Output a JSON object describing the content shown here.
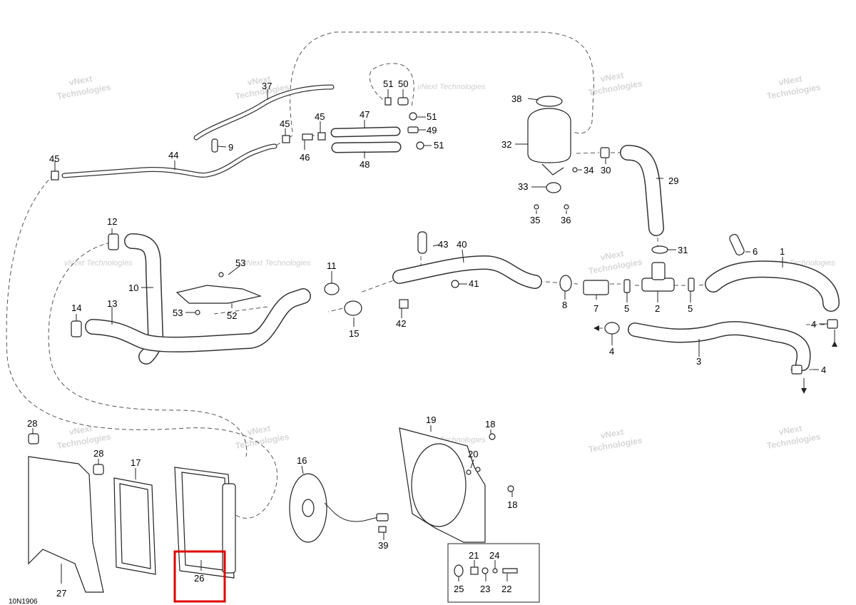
{
  "diagram_code": "10N1906",
  "watermark": {
    "line1": "vNext",
    "line2": "Technologies",
    "full": "vNext Technologies"
  },
  "highlight_color": "#e00000",
  "labels": {
    "p1": "1",
    "p2": "2",
    "p3": "3",
    "p4a": "4",
    "p4b": "4",
    "p4c": "4",
    "p5a": "5",
    "p5b": "5",
    "p6": "6",
    "p7": "7",
    "p8": "8",
    "p9": "9",
    "p10": "10",
    "p11": "11",
    "p12": "12",
    "p13": "13",
    "p14": "14",
    "p15": "15",
    "p16": "16",
    "p17": "17",
    "p18a": "18",
    "p18b": "18",
    "p19": "19",
    "p20": "20",
    "p21": "21",
    "p22": "22",
    "p23": "23",
    "p24": "24",
    "p25": "25",
    "p26": "26",
    "p27": "27",
    "p28a": "28",
    "p28b": "28",
    "p29": "29",
    "p30": "30",
    "p31": "31",
    "p32": "32",
    "p33": "33",
    "p34": "34",
    "p35": "35",
    "p36": "36",
    "p37": "37",
    "p38": "38",
    "p39": "39",
    "p40": "40",
    "p41": "41",
    "p42": "42",
    "p43": "43",
    "p44": "44",
    "p45a": "45",
    "p45b": "45",
    "p45c": "45",
    "p46": "46",
    "p47": "47",
    "p48": "48",
    "p49": "49",
    "p50": "50",
    "p51a": "51",
    "p51b": "51",
    "p51c": "51",
    "p52": "52",
    "p53a": "53",
    "p53b": "53"
  },
  "highlighted_part": "26"
}
